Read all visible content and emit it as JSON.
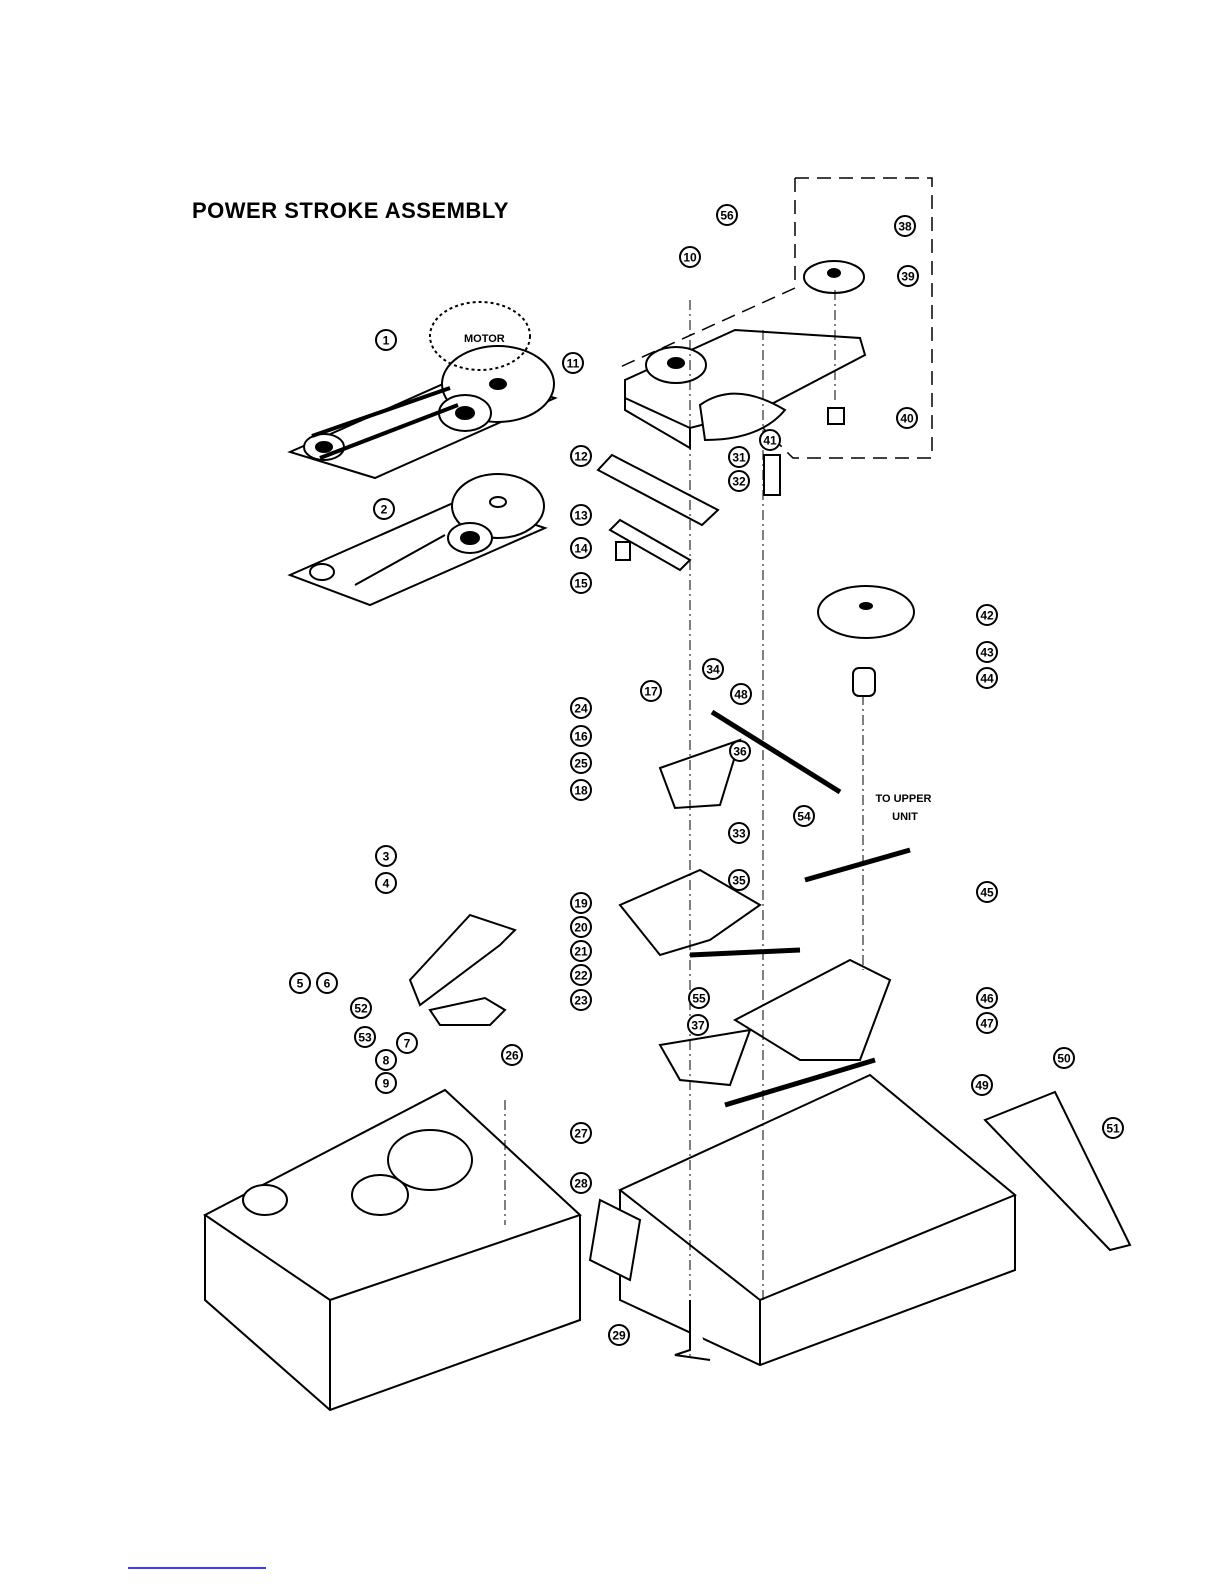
{
  "title": "POWER STROKE ASSEMBLY",
  "motor_label": "MOTOR",
  "upper_unit_label": "TO UPPER\nUNIT",
  "callouts": [
    "1",
    "2",
    "3",
    "4",
    "5",
    "6",
    "52",
    "53",
    "7",
    "8",
    "9",
    "26",
    "10",
    "11",
    "12",
    "13",
    "14",
    "15",
    "16",
    "17",
    "18",
    "19",
    "20",
    "21",
    "22",
    "23",
    "24",
    "25",
    "27",
    "28",
    "29",
    "31",
    "32",
    "33",
    "34",
    "35",
    "36",
    "37",
    "38",
    "39",
    "40",
    "41",
    "42",
    "43",
    "44",
    "45",
    "46",
    "47",
    "48",
    "49",
    "50",
    "51",
    "54",
    "55",
    "56"
  ],
  "colors": {
    "ink": "#000000",
    "paper": "#ffffff",
    "link": "#3a3aff"
  }
}
